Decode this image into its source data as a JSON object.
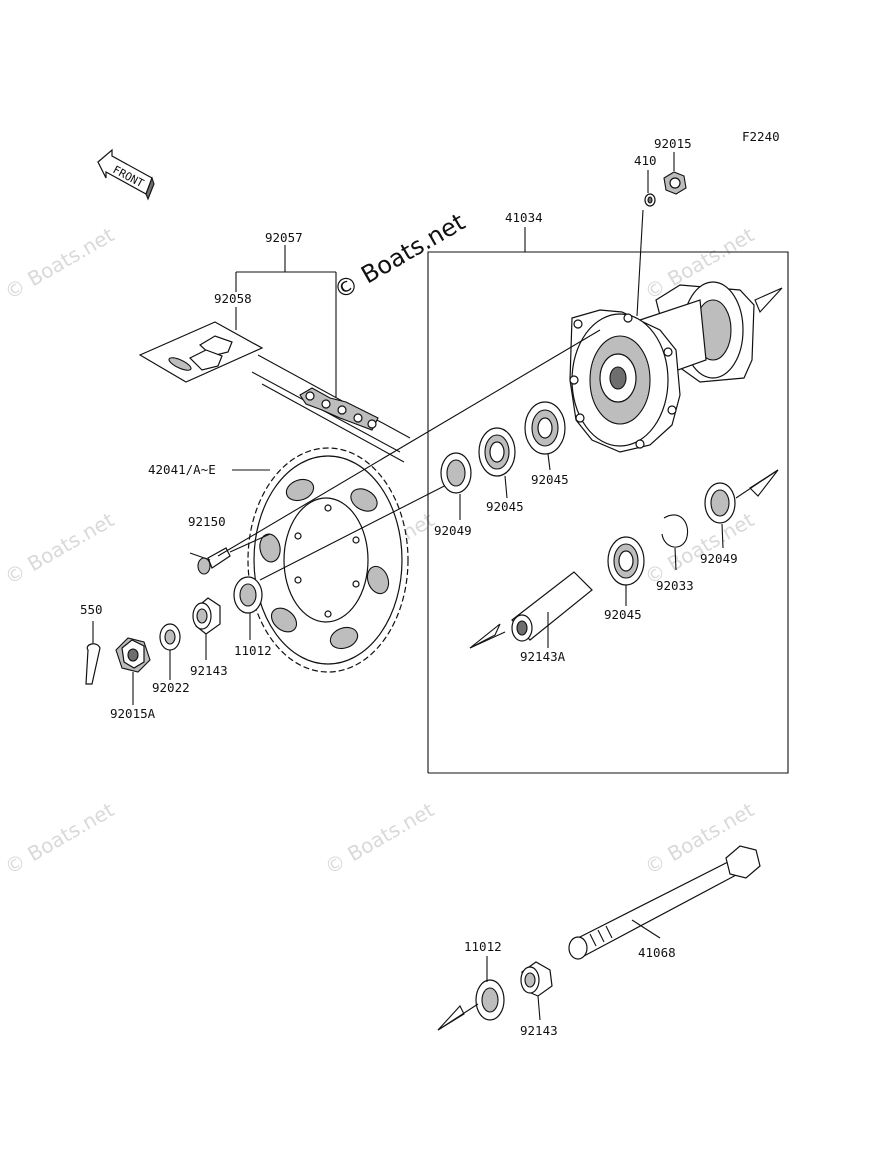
{
  "figure_code": "F2240",
  "front_label": "FRONT",
  "watermark_main": "© Boats.net",
  "watermark_faint": "© Boats.net",
  "labels": {
    "p92015": "92015",
    "p410": "410",
    "p41034": "41034",
    "p92057": "92057",
    "p92058": "92058",
    "p42041": "42041/A~E",
    "p92150": "92150",
    "p550": "550",
    "p92015A": "92015A",
    "p92022": "92022",
    "p92143a": "92143",
    "p11012a": "11012",
    "p92049a": "92049",
    "p92045a": "92045",
    "p92045b": "92045",
    "p92045c": "92045",
    "p92049b": "92049",
    "p92033": "92033",
    "p92143A": "92143A",
    "p41068": "41068",
    "p11012b": "11012",
    "p92143b": "92143"
  }
}
